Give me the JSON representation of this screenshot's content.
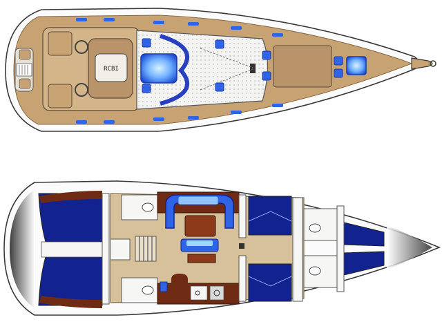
{
  "diagram": {
    "views": [
      {
        "id": "deck-plan"
      },
      {
        "id": "interior-plan"
      }
    ],
    "console_label": "RCBI",
    "colors": {
      "background": "#ffffff",
      "hull_fill": "#fbfbfb",
      "hull_stroke": "#3a3a3a",
      "teak": "#c7a272",
      "teak_dark": "#a9825a",
      "deck_white": "#f3f3f1",
      "hatch_blue": "#2f64e6",
      "hatch_glow": "#9fd6ff",
      "cushion_blue": "#12238f",
      "cushion_light": "#2a3fc0",
      "wood_red": "#6e2a12",
      "wood_mid": "#8c3a1a",
      "floor_tan": "#d7c19a",
      "cabin_white": "#f6f6f4",
      "nav_dark": "#1e1e1e"
    }
  }
}
